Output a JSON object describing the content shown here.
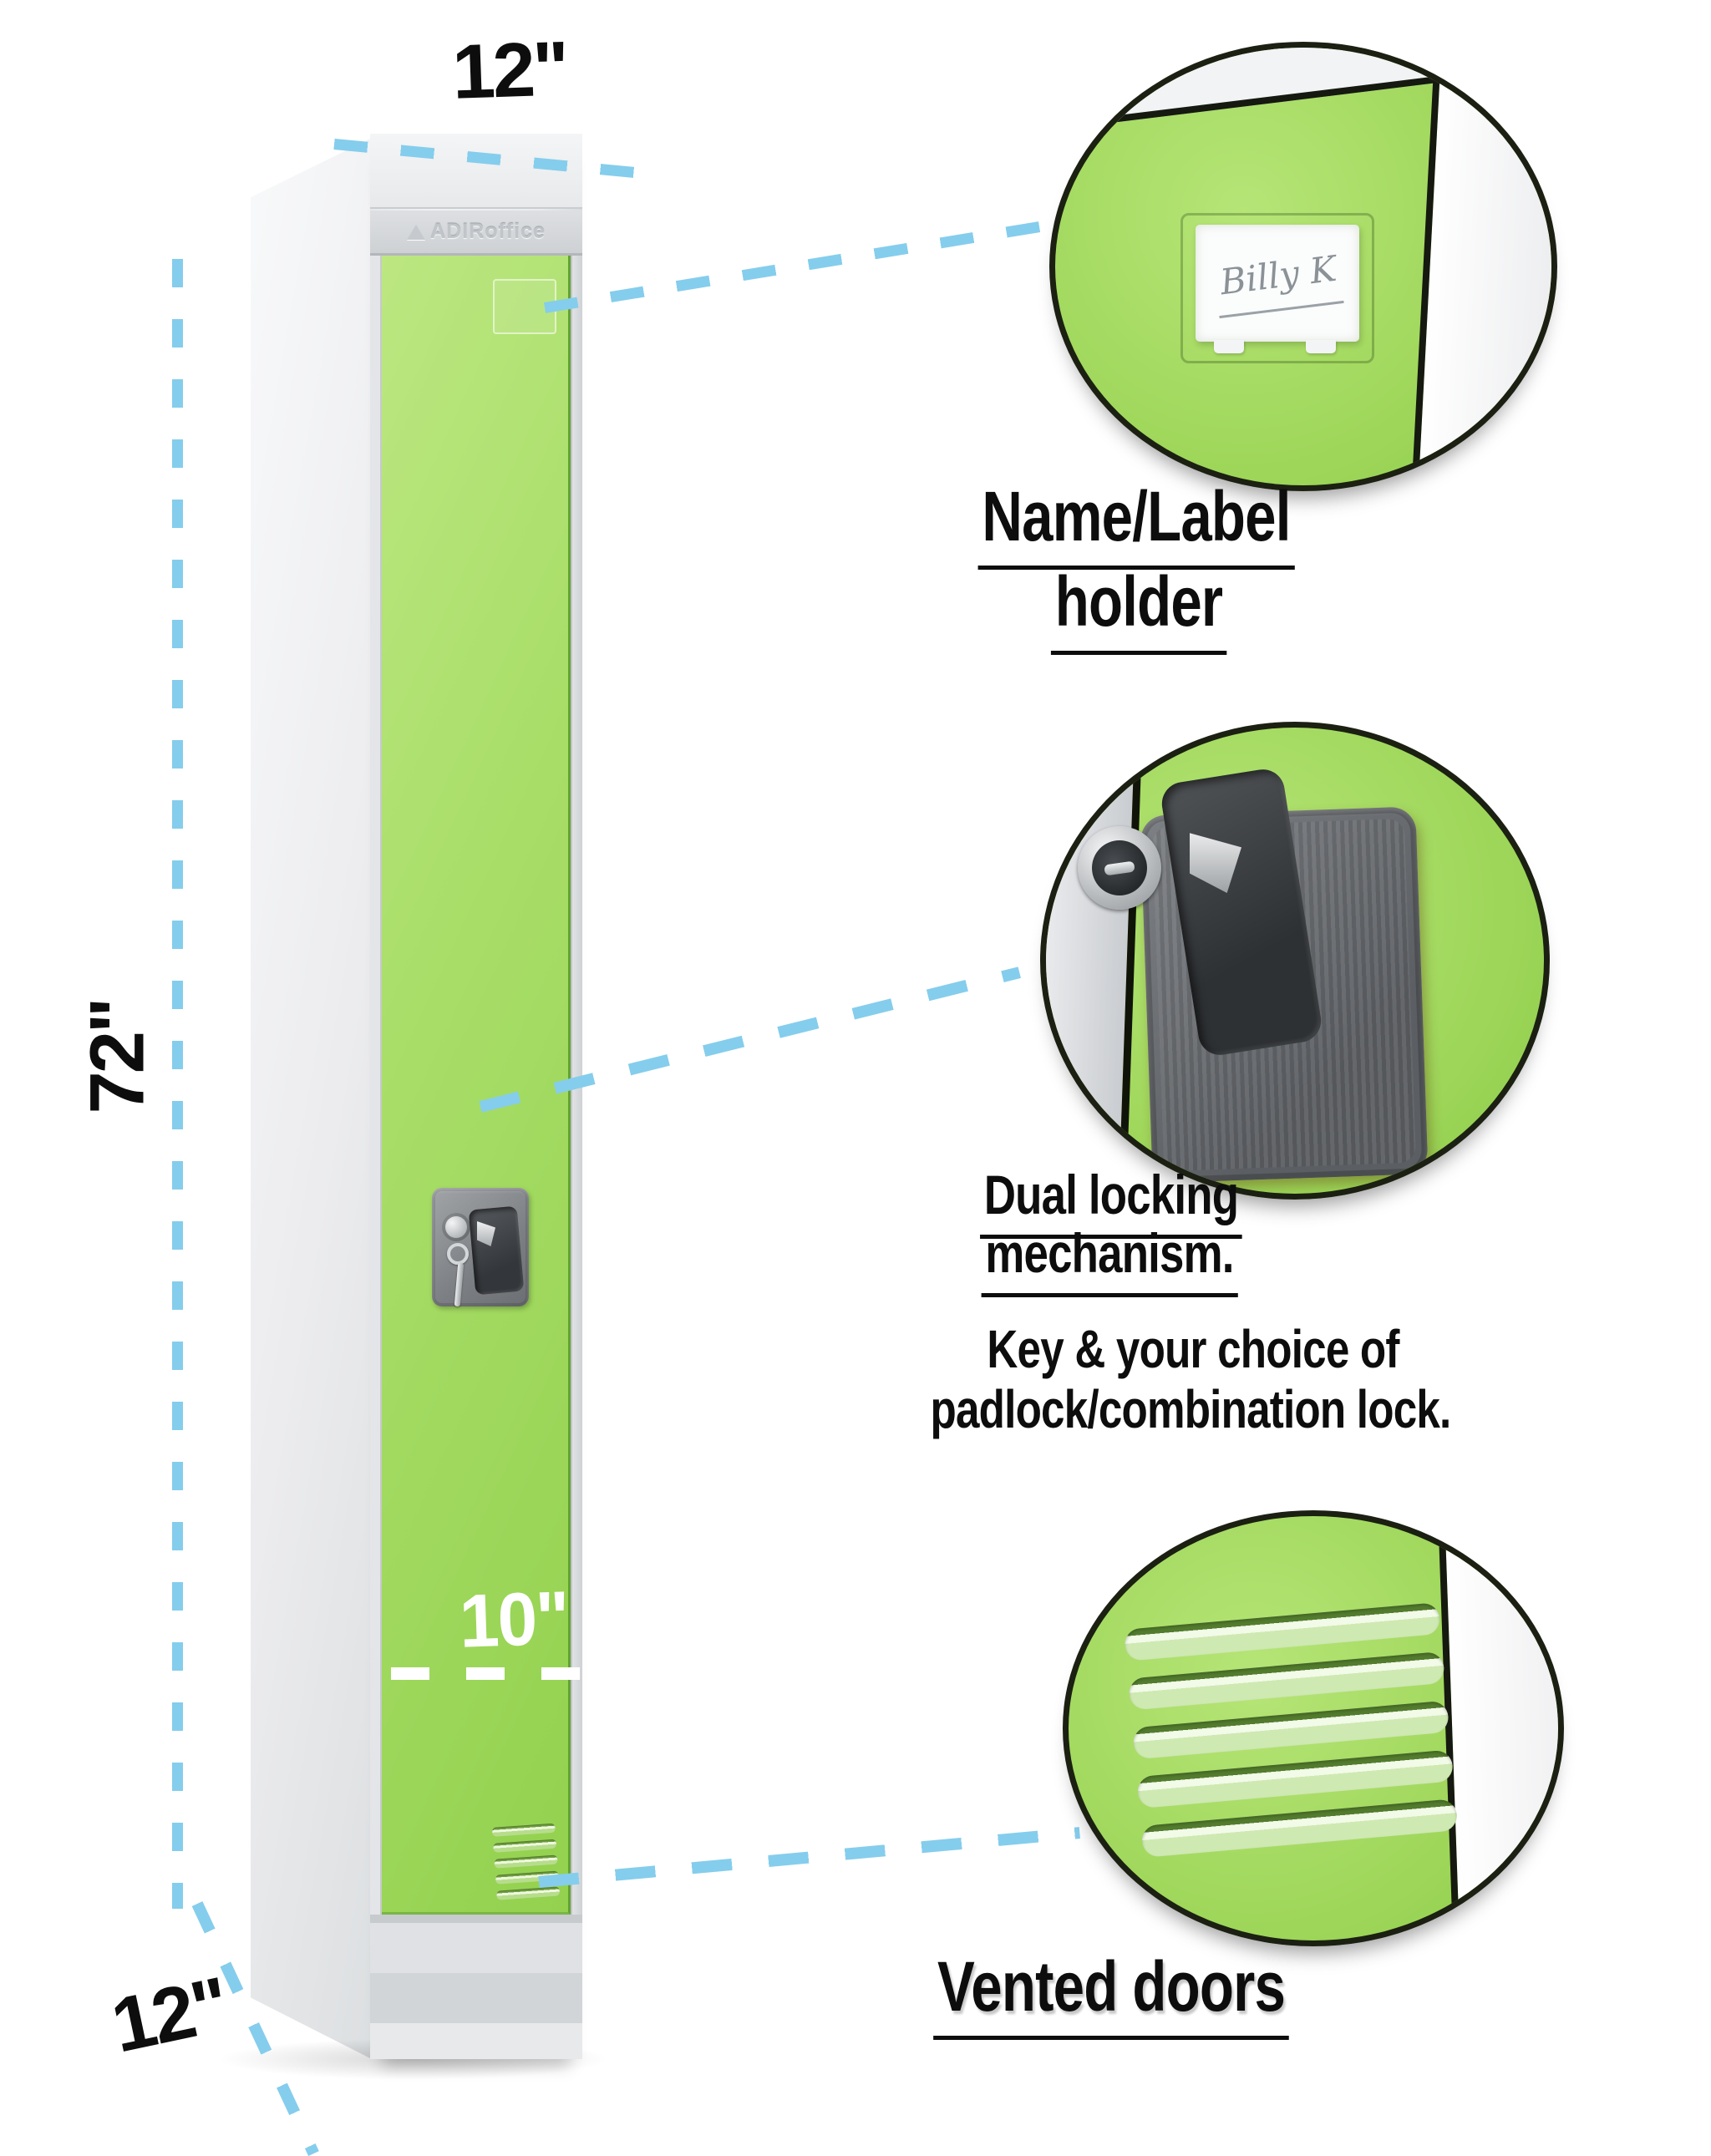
{
  "page": {
    "type": "product-feature-infographic",
    "subject": "single-tier steel locker"
  },
  "locker": {
    "brand_embossed": "ADIRoffice",
    "name_tag_signature": "Billy K"
  },
  "dimensions": {
    "width_label": "12\"",
    "height_label": "72\"",
    "depth_label": "12\"",
    "door_width_label": "10\""
  },
  "callouts": {
    "name_label_holder": {
      "line1": "Name/Label",
      "line2": "holder"
    },
    "dual_locking": {
      "line1": "Dual locking",
      "line2": "mechanism."
    },
    "lock_description": {
      "line1": "Key & your choice of",
      "line2": "padlock/combination lock."
    },
    "vented_doors": {
      "label": "Vented doors"
    }
  },
  "icons": {
    "brand_logo_icon": "triangle-icon",
    "keyhole_icon": "keyhole-circle",
    "key_icon": "hanging-key",
    "vent_icon": "louver-slots"
  },
  "colors": {
    "accent_blue": "#85cdec",
    "door_green": "#a3da62",
    "door_green_dark": "#86c341",
    "metal_light": "#eceef0",
    "metal_mid": "#d8dadd",
    "callout_ring": "#1b2012",
    "text_black": "#0d0d0d"
  }
}
